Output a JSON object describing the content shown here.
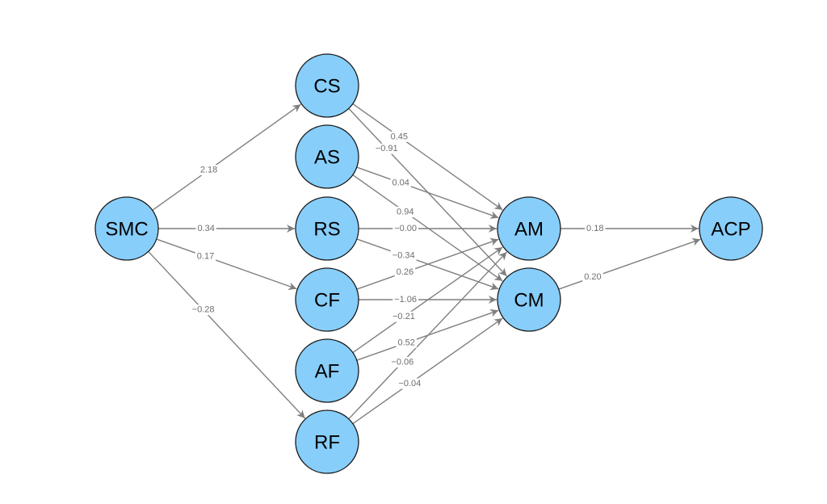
{
  "diagram": {
    "style": {
      "node_fill": "#87cefa",
      "node_stroke": "#1a1a1a",
      "edge_color": "#7f7f7f",
      "label_color": "#6e6e6e"
    },
    "nodes": [
      {
        "id": "SMC",
        "label": "SMC"
      },
      {
        "id": "CS",
        "label": "CS"
      },
      {
        "id": "AS",
        "label": "AS"
      },
      {
        "id": "RS",
        "label": "RS"
      },
      {
        "id": "CF",
        "label": "CF"
      },
      {
        "id": "AF",
        "label": "AF"
      },
      {
        "id": "RF",
        "label": "RF"
      },
      {
        "id": "AM",
        "label": "AM"
      },
      {
        "id": "CM",
        "label": "CM"
      },
      {
        "id": "ACP",
        "label": "ACP"
      }
    ],
    "edges": [
      {
        "from": "SMC",
        "to": "CS",
        "label": "2.18"
      },
      {
        "from": "SMC",
        "to": "RS",
        "label": "0.34"
      },
      {
        "from": "SMC",
        "to": "CF",
        "label": "0.17"
      },
      {
        "from": "SMC",
        "to": "RF",
        "label": "−0.28"
      },
      {
        "from": "CS",
        "to": "AM",
        "label": "0.45"
      },
      {
        "from": "CS",
        "to": "CM",
        "label": "−0.91"
      },
      {
        "from": "AS",
        "to": "AM",
        "label": "0.04"
      },
      {
        "from": "AS",
        "to": "CM",
        "label": "0.94"
      },
      {
        "from": "RS",
        "to": "AM",
        "label": "−0.00"
      },
      {
        "from": "RS",
        "to": "CM",
        "label": "−0.34"
      },
      {
        "from": "CF",
        "to": "AM",
        "label": "0.26"
      },
      {
        "from": "CF",
        "to": "CM",
        "label": "−1.06"
      },
      {
        "from": "AF",
        "to": "AM",
        "label": "−0.21"
      },
      {
        "from": "AF",
        "to": "CM",
        "label": "0.52"
      },
      {
        "from": "RF",
        "to": "AM",
        "label": "−0.06"
      },
      {
        "from": "RF",
        "to": "CM",
        "label": "−0.04"
      },
      {
        "from": "AM",
        "to": "ACP",
        "label": "0.18"
      },
      {
        "from": "CM",
        "to": "ACP",
        "label": "0.20"
      }
    ]
  }
}
